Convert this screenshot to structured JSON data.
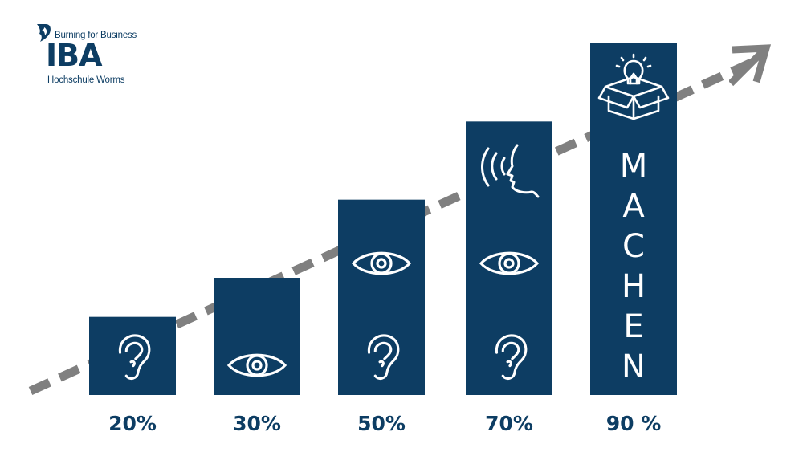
{
  "logo": {
    "tagline": "Burning for Business",
    "brand": "IBA",
    "school": "Hochschule Worms"
  },
  "colors": {
    "bar": "#0d3d63",
    "arrow": "#808080",
    "icon": "#ffffff"
  },
  "chart_data": {
    "type": "bar",
    "categories": [
      "20%",
      "30%",
      "50%",
      "70%",
      "90 %"
    ],
    "values": [
      20,
      30,
      50,
      70,
      90
    ],
    "ylim": [
      0,
      100
    ],
    "grid": false,
    "icons": [
      [
        "ear-icon"
      ],
      [
        "eye-icon"
      ],
      [
        "ear-icon",
        "eye-icon"
      ],
      [
        "ear-icon",
        "eye-icon",
        "speaking-icon"
      ],
      [
        "lightbulb-box-icon"
      ]
    ],
    "vertical_word": "MACHEN",
    "trend_arrow": true
  }
}
